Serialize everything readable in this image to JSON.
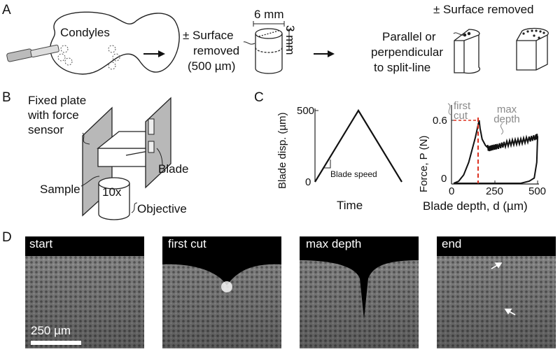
{
  "panels": {
    "a": {
      "letter": "A",
      "condyles": "Condyles",
      "surface_removed_1": "± Surface",
      "surface_removed_2": "removed",
      "surface_removed_3": "(500 µm)",
      "width_dim": "6 mm",
      "height_dim": "3 mm",
      "surface_removed_header": "± Surface removed",
      "orientation_1": "Parallel or",
      "orientation_2": "perpendicular",
      "orientation_3": "to split-line"
    },
    "b": {
      "letter": "B",
      "fixed_plate_1": "Fixed plate",
      "fixed_plate_2": "with force",
      "fixed_plate_3": "sensor",
      "blade": "Blade",
      "sample": "Sample",
      "objective_mag": "10x",
      "objective": "Objective"
    },
    "d": {
      "letter": "D",
      "images": [
        {
          "label": "start",
          "type": "start"
        },
        {
          "label": "first cut",
          "type": "first"
        },
        {
          "label": "max depth",
          "type": "max"
        },
        {
          "label": "end",
          "type": "end"
        }
      ],
      "scalebar": "250 µm"
    }
  },
  "chart_data": [
    {
      "panel": "C",
      "type": "line",
      "xlabel": "Time",
      "ylabel": "Blade disp. (µm)",
      "y_ticks": [
        "0",
        "500"
      ],
      "ylim": [
        0,
        500
      ],
      "annotation": "Blade speed",
      "series": [
        {
          "x": [
            0,
            0.5,
            1
          ],
          "values": [
            0,
            500,
            0
          ]
        }
      ]
    },
    {
      "panel": "C",
      "type": "line",
      "xlabel": "Blade depth, d (µm)",
      "ylabel": "Force, P (N)",
      "x_ticks": [
        "0",
        "250",
        "500"
      ],
      "y_ticks": [
        "0",
        "0.6"
      ],
      "xlim": [
        0,
        500
      ],
      "ylim": [
        0,
        0.6
      ],
      "annotations": [
        "first cut",
        "max depth"
      ],
      "first_cut_depth": 150,
      "series": [
        {
          "segment": "loading",
          "x": [
            0,
            30,
            60,
            90,
            110,
            130,
            145,
            152,
            158
          ],
          "values": [
            0.0,
            0.02,
            0.08,
            0.2,
            0.32,
            0.44,
            0.55,
            0.6,
            0.52
          ]
        },
        {
          "segment": "cutting",
          "x": [
            158,
            170,
            190,
            210,
            230,
            260,
            300,
            350,
            400,
            450,
            490,
            500
          ],
          "values": [
            0.52,
            0.42,
            0.36,
            0.33,
            0.34,
            0.35,
            0.37,
            0.39,
            0.4,
            0.42,
            0.44,
            0.45
          ]
        },
        {
          "segment": "retraction",
          "x": [
            500,
            495,
            480,
            450,
            400,
            300,
            200,
            100,
            0
          ],
          "values": [
            0.45,
            0.2,
            0.05,
            0.02,
            0.0,
            0.0,
            0.0,
            0.0,
            0.0
          ]
        }
      ]
    }
  ]
}
